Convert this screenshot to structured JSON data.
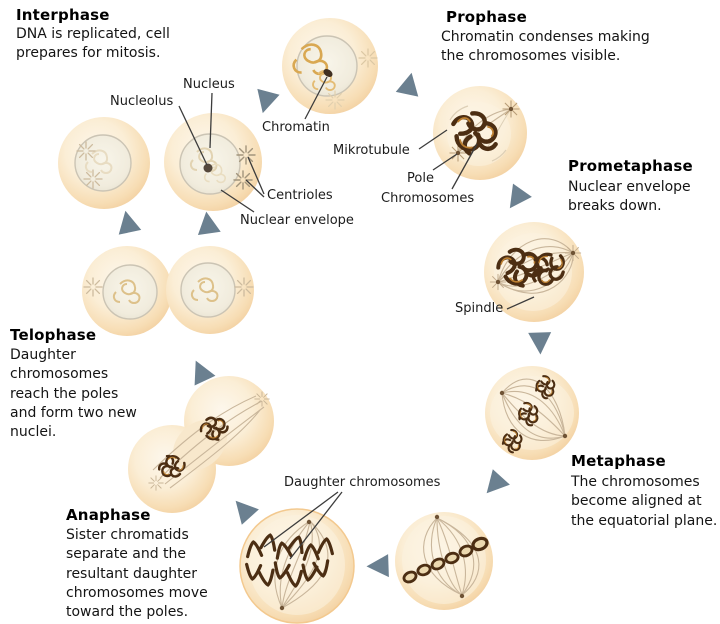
{
  "phases": [
    {
      "title": "Interphase",
      "description": "DNA is replicated, cell prepares for mitosis."
    },
    {
      "title": "Prophase",
      "description": "Chromatin condenses making the chromosomes visible."
    },
    {
      "title": "Prometaphase",
      "description": "Nuclear envelope breaks down."
    },
    {
      "title": "Metaphase",
      "description": "The chromosomes become aligned at the equatorial plane."
    },
    {
      "title": "Anaphase",
      "description": "Sister chromatids separate and the resultant daughter chromosomes move toward the poles."
    },
    {
      "title": "Telophase",
      "description": "Daughter chromosomes reach the poles and form two new nuclei."
    }
  ],
  "labels": {
    "nucleolus": "Nucleolus",
    "nucleus": "Nucleus",
    "chromatin": "Chromatin",
    "centrioles": "Centrioles",
    "nuclear_envelope": "Nuclear envelope",
    "mikrotubule": "Mikrotubule",
    "pole": "Pole",
    "chromosomes": "Chromosomes",
    "spindle": "Spindle",
    "daughter_chromosomes": "Daughter chromosomes"
  },
  "colors": {
    "background": "#ffffff",
    "cell_fill": "#f7ddb4",
    "cell_edge": "#eec793",
    "nucleus_fill": "#f1ecdd",
    "chromosome": "#4c2e13",
    "chromosome_highlight": "#bb7f31",
    "chromatin_gold": "#d9a852",
    "spindle_fiber": "#c9b69b",
    "cycle_arrow": "#6b8090",
    "leader_line": "#3c3c3c",
    "text": "#141414"
  }
}
